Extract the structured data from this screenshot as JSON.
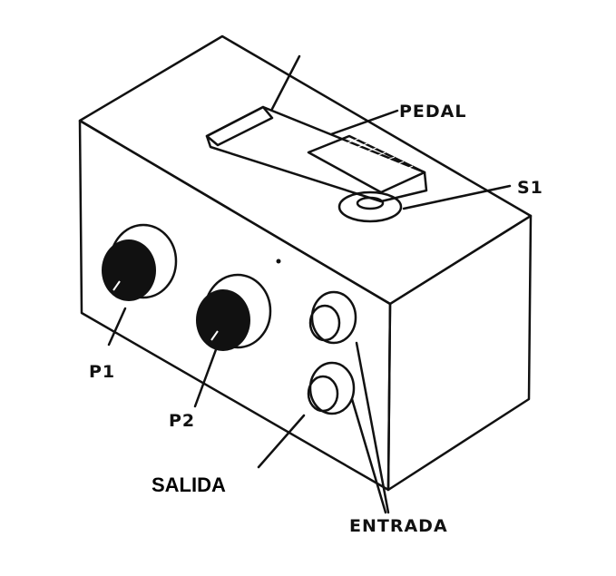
{
  "labels": {
    "pedal": "PEDAL",
    "s1": "S1",
    "p1": "P1",
    "p2": "P2",
    "salida": "SALIDA",
    "entrada": "ENTRADA"
  }
}
